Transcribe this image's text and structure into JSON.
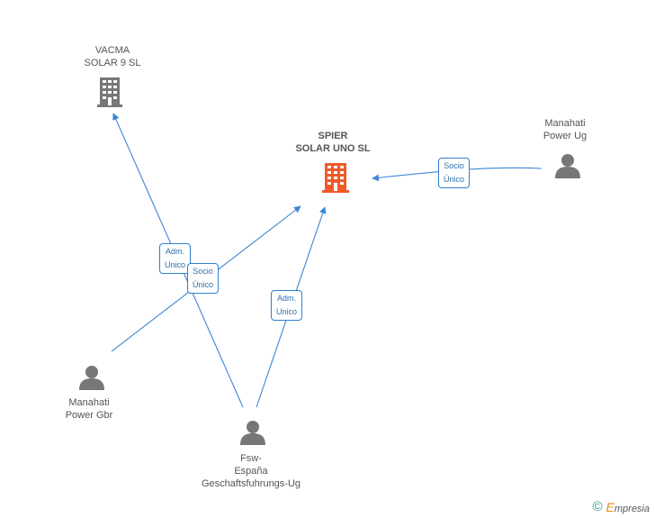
{
  "nodes": {
    "vacma": {
      "line1": "VACMA",
      "line2": "SOLAR 9 SL"
    },
    "spier": {
      "line1": "SPIER",
      "line2": "SOLAR UNO SL"
    },
    "manahati_ug": {
      "line1": "Manahati",
      "line2": "Power Ug"
    },
    "manahati_gbr": {
      "line1": "Manahati",
      "line2": "Power Gbr"
    },
    "fsw": {
      "line1": "Fsw-",
      "line2": "España",
      "line3": "Geschaftsfuhrungs-Ug"
    }
  },
  "edges": {
    "adm1": {
      "line1": "Adm.",
      "line2": "Unico"
    },
    "socio1": {
      "line1": "Socio",
      "line2": "Único"
    },
    "adm2": {
      "line1": "Adm.",
      "line2": "Unico"
    },
    "socio2": {
      "line1": "Socio",
      "line2": "Único"
    }
  },
  "colors": {
    "line": "#3b86d6",
    "company_grey": "#777777",
    "company_focus": "#f05a28",
    "person": "#777777"
  },
  "icons": {
    "company": "building-icon",
    "person": "person-icon"
  },
  "footer": {
    "copyright": "©",
    "brand_initial": "E",
    "brand_rest": "mpresia"
  }
}
